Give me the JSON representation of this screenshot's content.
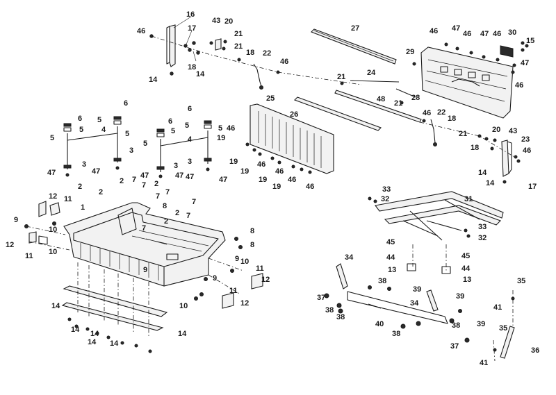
{
  "callouts": [
    {
      "id": "c1",
      "text": "46"
    },
    {
      "id": "c2",
      "text": "16"
    },
    {
      "id": "c3",
      "text": "43"
    },
    {
      "id": "c4",
      "text": "20"
    },
    {
      "id": "c5",
      "text": "17"
    },
    {
      "id": "c6",
      "text": "21"
    },
    {
      "id": "c7",
      "text": "21"
    },
    {
      "id": "c8",
      "text": "18"
    },
    {
      "id": "c9",
      "text": "22"
    },
    {
      "id": "c10",
      "text": "18"
    },
    {
      "id": "c11",
      "text": "14"
    },
    {
      "id": "c12",
      "text": "14"
    },
    {
      "id": "c13",
      "text": "46"
    },
    {
      "id": "c14",
      "text": "27"
    },
    {
      "id": "c15",
      "text": "46"
    },
    {
      "id": "c16",
      "text": "47"
    },
    {
      "id": "c17",
      "text": "46"
    },
    {
      "id": "c18",
      "text": "47"
    },
    {
      "id": "c19",
      "text": "46"
    },
    {
      "id": "c20",
      "text": "30"
    },
    {
      "id": "c21",
      "text": "15"
    },
    {
      "id": "c22",
      "text": "29"
    },
    {
      "id": "c23",
      "text": "47"
    },
    {
      "id": "c24",
      "text": "46"
    },
    {
      "id": "c25",
      "text": "24"
    },
    {
      "id": "c26",
      "text": "21"
    },
    {
      "id": "c27",
      "text": "28"
    },
    {
      "id": "c28",
      "text": "48"
    },
    {
      "id": "c29",
      "text": "21"
    },
    {
      "id": "c30",
      "text": "46"
    },
    {
      "id": "c31",
      "text": "18"
    },
    {
      "id": "c32",
      "text": "22"
    },
    {
      "id": "c33",
      "text": "25"
    },
    {
      "id": "c34",
      "text": "26"
    },
    {
      "id": "c35",
      "text": "21"
    },
    {
      "id": "c36",
      "text": "20"
    },
    {
      "id": "c37",
      "text": "43"
    },
    {
      "id": "c38",
      "text": "23"
    },
    {
      "id": "c39",
      "text": "18"
    },
    {
      "id": "c40",
      "text": "46"
    },
    {
      "id": "c41",
      "text": "14"
    },
    {
      "id": "c42",
      "text": "17"
    },
    {
      "id": "c43",
      "text": "14"
    },
    {
      "id": "c44",
      "text": "46"
    },
    {
      "id": "c45",
      "text": "19"
    },
    {
      "id": "c46",
      "text": "19"
    },
    {
      "id": "c47",
      "text": "46"
    },
    {
      "id": "c48",
      "text": "19"
    },
    {
      "id": "c49",
      "text": "46"
    },
    {
      "id": "c50",
      "text": "19"
    },
    {
      "id": "c51",
      "text": "46"
    },
    {
      "id": "c52",
      "text": "19"
    },
    {
      "id": "c53",
      "text": "46"
    },
    {
      "id": "c54",
      "text": "6"
    },
    {
      "id": "c55",
      "text": "5"
    },
    {
      "id": "c56",
      "text": "5"
    },
    {
      "id": "c57",
      "text": "4"
    },
    {
      "id": "c58",
      "text": "6"
    },
    {
      "id": "c59",
      "text": "5"
    },
    {
      "id": "c60",
      "text": "5"
    },
    {
      "id": "c61",
      "text": "3"
    },
    {
      "id": "c62",
      "text": "3"
    },
    {
      "id": "c63",
      "text": "47"
    },
    {
      "id": "c64",
      "text": "47"
    },
    {
      "id": "c65",
      "text": "6"
    },
    {
      "id": "c66",
      "text": "5"
    },
    {
      "id": "c67",
      "text": "5"
    },
    {
      "id": "c68",
      "text": "4"
    },
    {
      "id": "c69",
      "text": "6"
    },
    {
      "id": "c70",
      "text": "5"
    },
    {
      "id": "c71",
      "text": "5"
    },
    {
      "id": "c72",
      "text": "3"
    },
    {
      "id": "c73",
      "text": "3"
    },
    {
      "id": "c74",
      "text": "47"
    },
    {
      "id": "c75",
      "text": "47"
    },
    {
      "id": "c76",
      "text": "47"
    },
    {
      "id": "c77",
      "text": "47"
    },
    {
      "id": "c78",
      "text": "2"
    },
    {
      "id": "c79",
      "text": "2"
    },
    {
      "id": "c80",
      "text": "2"
    },
    {
      "id": "c81",
      "text": "7"
    },
    {
      "id": "c82",
      "text": "7"
    },
    {
      "id": "c83",
      "text": "2"
    },
    {
      "id": "c84",
      "text": "7"
    },
    {
      "id": "c85",
      "text": "7"
    },
    {
      "id": "c86",
      "text": "8"
    },
    {
      "id": "c87",
      "text": "2"
    },
    {
      "id": "c88",
      "text": "7"
    },
    {
      "id": "c89",
      "text": "7"
    },
    {
      "id": "c90",
      "text": "2"
    },
    {
      "id": "c91",
      "text": "7"
    },
    {
      "id": "c92",
      "text": "12"
    },
    {
      "id": "c93",
      "text": "11"
    },
    {
      "id": "c94",
      "text": "1"
    },
    {
      "id": "c95",
      "text": "9"
    },
    {
      "id": "c96",
      "text": "10"
    },
    {
      "id": "c97",
      "text": "12"
    },
    {
      "id": "c98",
      "text": "11"
    },
    {
      "id": "c99",
      "text": "10"
    },
    {
      "id": "c100",
      "text": "8"
    },
    {
      "id": "c101",
      "text": "8"
    },
    {
      "id": "c102",
      "text": "9"
    },
    {
      "id": "c103",
      "text": "10"
    },
    {
      "id": "c104",
      "text": "11"
    },
    {
      "id": "c105",
      "text": "12"
    },
    {
      "id": "c106",
      "text": "9"
    },
    {
      "id": "c107",
      "text": "9"
    },
    {
      "id": "c108",
      "text": "11"
    },
    {
      "id": "c109",
      "text": "10"
    },
    {
      "id": "c110",
      "text": "12"
    },
    {
      "id": "c111",
      "text": "14"
    },
    {
      "id": "c112",
      "text": "14"
    },
    {
      "id": "c113",
      "text": "14"
    },
    {
      "id": "c114",
      "text": "14"
    },
    {
      "id": "c115",
      "text": "14"
    },
    {
      "id": "c116",
      "text": "14"
    },
    {
      "id": "c117",
      "text": "33"
    },
    {
      "id": "c118",
      "text": "32"
    },
    {
      "id": "c119",
      "text": "31"
    },
    {
      "id": "c120",
      "text": "33"
    },
    {
      "id": "c121",
      "text": "32"
    },
    {
      "id": "c122",
      "text": "45"
    },
    {
      "id": "c123",
      "text": "44"
    },
    {
      "id": "c124",
      "text": "13"
    },
    {
      "id": "c125",
      "text": "45"
    },
    {
      "id": "c126",
      "text": "44"
    },
    {
      "id": "c127",
      "text": "13"
    },
    {
      "id": "c128",
      "text": "34"
    },
    {
      "id": "c129",
      "text": "38"
    },
    {
      "id": "c130",
      "text": "39"
    },
    {
      "id": "c131",
      "text": "37"
    },
    {
      "id": "c132",
      "text": "38"
    },
    {
      "id": "c133",
      "text": "38"
    },
    {
      "id": "c134",
      "text": "40"
    },
    {
      "id": "c135",
      "text": "34"
    },
    {
      "id": "c136",
      "text": "39"
    },
    {
      "id": "c137",
      "text": "38"
    },
    {
      "id": "c138",
      "text": "39"
    },
    {
      "id": "c139",
      "text": "38"
    },
    {
      "id": "c140",
      "text": "37"
    },
    {
      "id": "c141",
      "text": "35"
    },
    {
      "id": "c142",
      "text": "41"
    },
    {
      "id": "c143",
      "text": "35"
    },
    {
      "id": "c144",
      "text": "36"
    },
    {
      "id": "c145",
      "text": "41"
    }
  ]
}
